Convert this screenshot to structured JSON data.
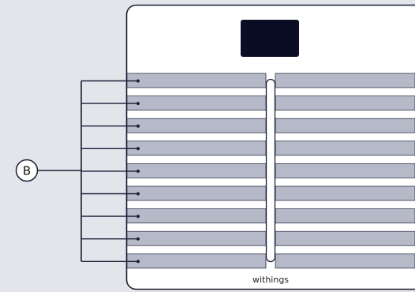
{
  "diagram": {
    "brand_label": "withings",
    "callout_label": "B",
    "electrode_stripe_count": 9,
    "colors": {
      "background": "#e4e5eb",
      "scale_body": "#ffffff",
      "outline": "#1b1f36",
      "display": "#0a0d24",
      "stripe_fill": "#b6b9c8",
      "stripe_gap": "#ffffff"
    }
  }
}
